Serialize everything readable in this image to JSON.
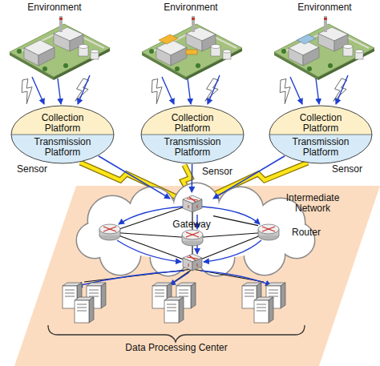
{
  "diagram": {
    "nodes": [
      {
        "text": [
          "Collection Platform",
          "Transmission Platform"
        ]
      },
      {
        "text": [
          "Collection Platform",
          "Transmission Platform"
        ]
      },
      {
        "text": [
          "Collection Platform",
          "Transmission Platform"
        ]
      },
      {
        "text": [
          "Intermediate Network"
        ]
      },
      {
        "text": [
          "Gateway"
        ],
        "in": 3
      },
      {
        "text": [
          "Router"
        ],
        "in": 3
      }
    ],
    "edges": [
      {
        "from": 0,
        "to": 4,
        "arrow": "to"
      },
      {
        "from": 1,
        "to": 4,
        "arrow": "to"
      },
      {
        "from": 2,
        "to": 4,
        "arrow": "to"
      },
      {
        "from": 4,
        "to": 5,
        "arrow": "none"
      }
    ],
    "labels": [
      "Environment",
      "Environment",
      "Environment",
      "Sensor",
      "Sensor",
      "Sensor",
      "Data Processing Center"
    ]
  }
}
